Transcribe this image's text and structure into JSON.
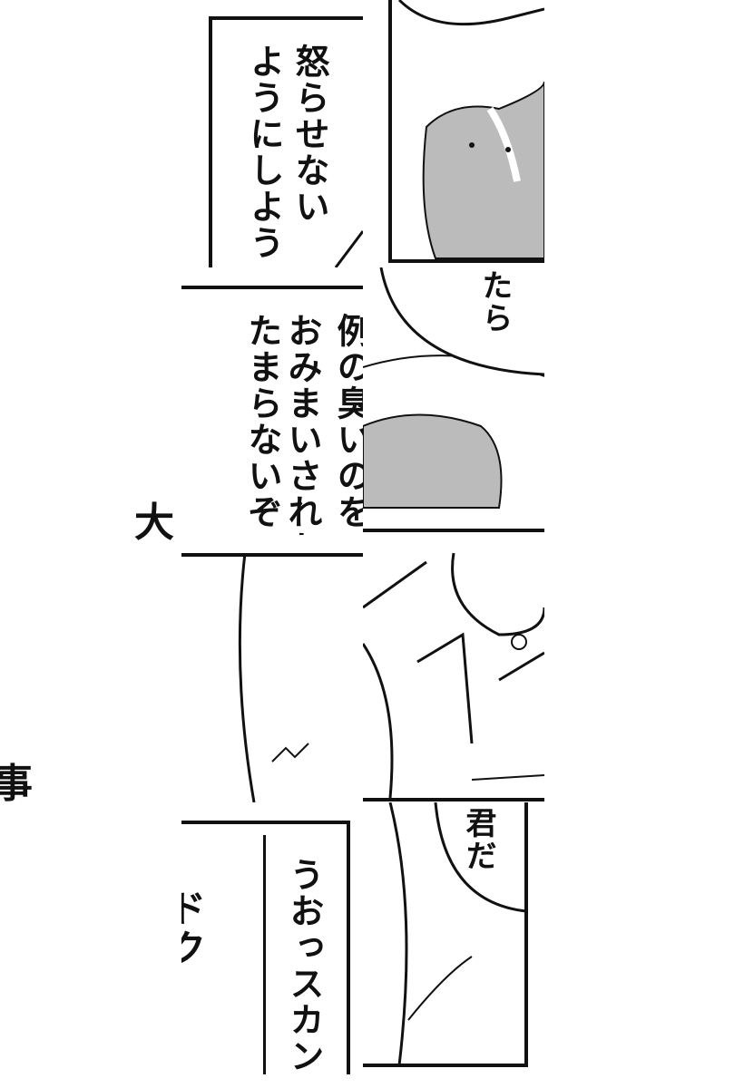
{
  "panels": {
    "p1_text": [
      "怒らせない",
      "ようにしよう"
    ],
    "p2_text": "たら",
    "p3_text": [
      "例の臭いのを",
      "おみまいされた",
      "たまらないぞ"
    ],
    "p5_text": "君だ",
    "p6_text": "うおっスカンク",
    "p6_sfx": "ドク"
  },
  "fragments": {
    "big_left_1": "大",
    "big_left_2": "事"
  },
  "colors": {
    "ink": "#111111",
    "paper": "#ffffff"
  }
}
